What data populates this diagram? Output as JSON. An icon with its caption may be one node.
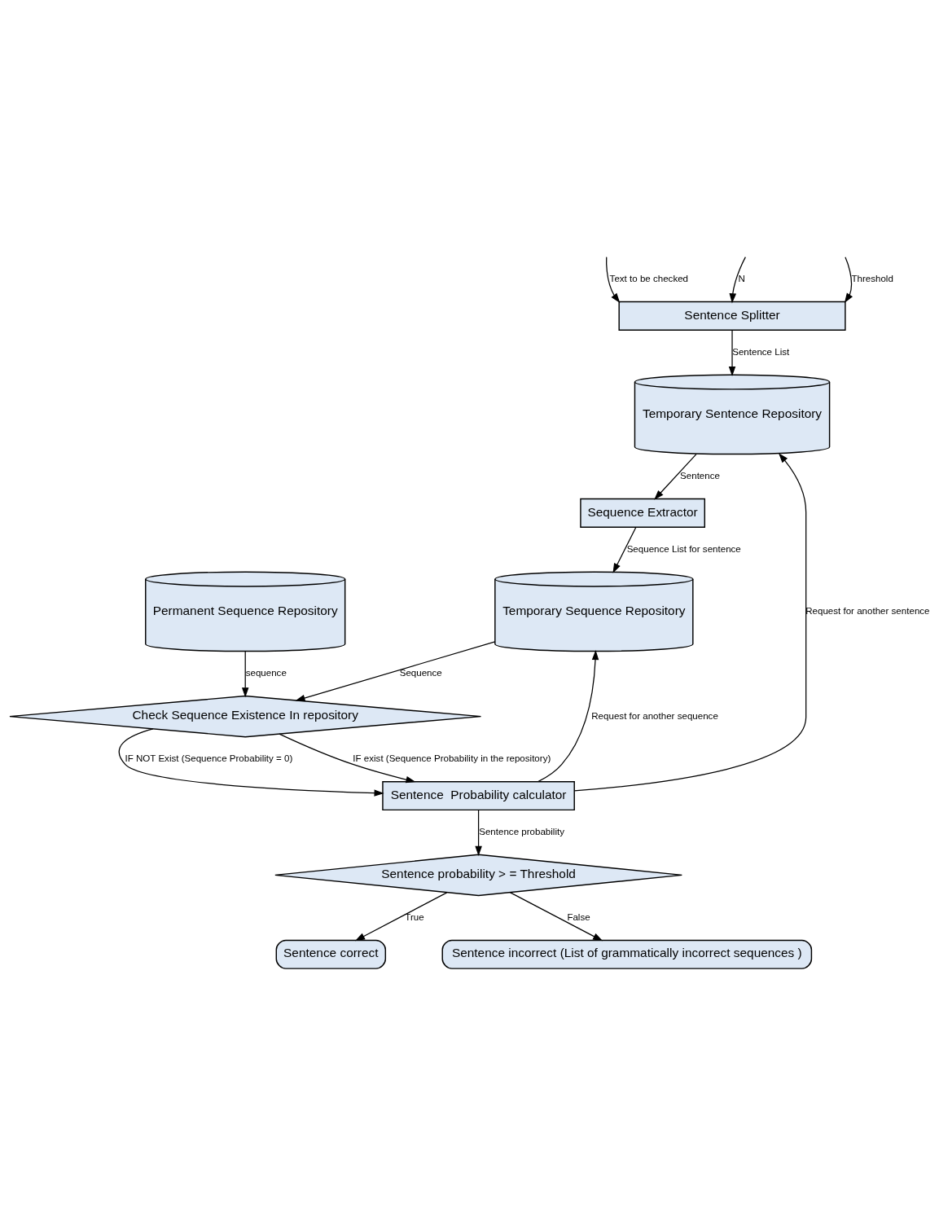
{
  "diagram": {
    "nodes": [
      {
        "text": [
          "Sentence Splitter"
        ]
      },
      {
        "text": [
          "Temporary Sentence Repository"
        ]
      },
      {
        "text": [
          "Sequence Extractor"
        ]
      },
      {
        "text": [
          "Permanent Sequence Repository"
        ]
      },
      {
        "text": [
          "Check Sequence Existence In repository"
        ]
      },
      {
        "text": [
          "Temporary Sequence Repository"
        ]
      },
      {
        "text": [
          "Sentence  Probability calculator"
        ]
      },
      {
        "text": [
          "Sentence probability > = Threshold"
        ]
      },
      {
        "text": [
          "Sentence correct"
        ]
      },
      {
        "text": [
          "Sentence incorrect (List of grammatically incorrect sequences )"
        ]
      }
    ],
    "edges": [
      {
        "from": null,
        "to": 0,
        "arrow": "to",
        "label": "Text to be checked"
      },
      {
        "from": null,
        "to": 0,
        "arrow": "to",
        "label": "N"
      },
      {
        "from": null,
        "to": 0,
        "arrow": "to",
        "label": "Threshold"
      },
      {
        "from": 0,
        "to": 1,
        "arrow": "to",
        "label": "Sentence List"
      },
      {
        "from": 1,
        "to": 2,
        "arrow": "to",
        "label": "Sentence"
      },
      {
        "from": 2,
        "to": 5,
        "arrow": "to",
        "label": "Sequence List for sentence"
      },
      {
        "from": 5,
        "to": 4,
        "arrow": "to",
        "label": "Sequence"
      },
      {
        "from": 3,
        "to": 4,
        "arrow": "to",
        "label": "sequence"
      },
      {
        "from": 4,
        "to": 6,
        "arrow": "to",
        "label": "IF NOT Exist (Sequence Probability = 0)"
      },
      {
        "from": 4,
        "to": 6,
        "arrow": "to",
        "label": "IF exist (Sequence Probability in the repository)"
      },
      {
        "from": 6,
        "to": 5,
        "arrow": "to",
        "label": "Request for another sequence"
      },
      {
        "from": 6,
        "to": 1,
        "arrow": "to",
        "label": "Request for another sentence"
      },
      {
        "from": 6,
        "to": 7,
        "arrow": "to",
        "label": "Sentence probability"
      },
      {
        "from": 7,
        "to": 8,
        "arrow": "to",
        "label": "True"
      },
      {
        "from": 7,
        "to": 9,
        "arrow": "to",
        "label": "False"
      }
    ]
  }
}
